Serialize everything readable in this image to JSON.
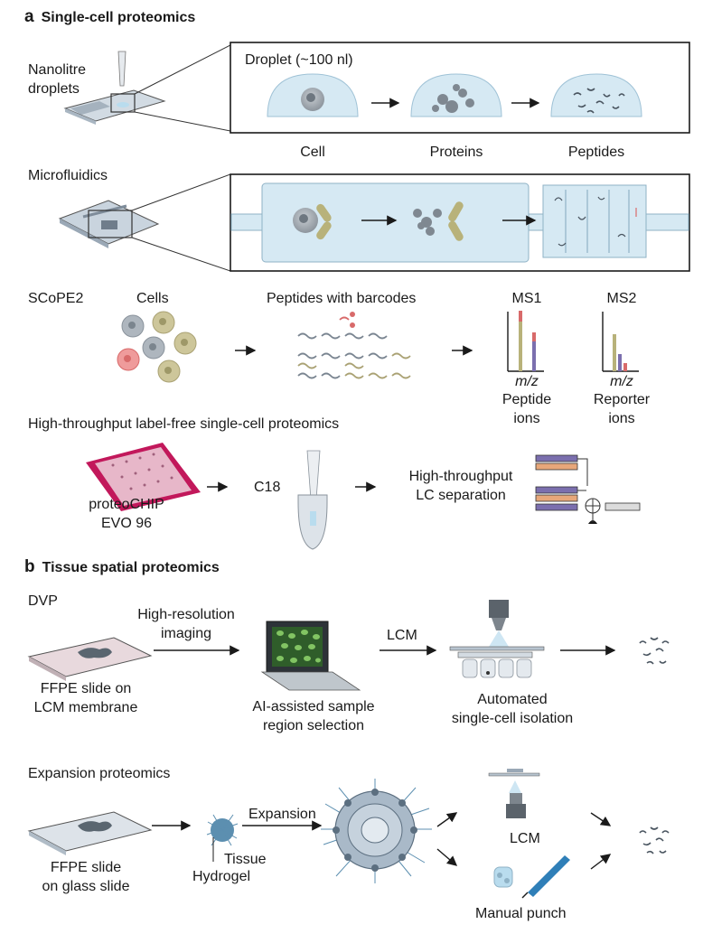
{
  "panel_a": {
    "letter": "a",
    "title": "Single-cell proteomics",
    "nanolitre": {
      "label_line1": "Nanolitre",
      "label_line2": "droplets",
      "box_title": "Droplet (~100 nl)",
      "steps": [
        "Cell",
        "Proteins",
        "Peptides"
      ]
    },
    "microfluidics": {
      "label": "Microfluidics"
    },
    "scope2": {
      "label": "SCoPE2",
      "cells_label": "Cells",
      "peptides_label": "Peptides with barcodes",
      "ms1_label": "MS1",
      "ms2_label": "MS2",
      "mz_label": "m/z",
      "ms1_caption_line1": "Peptide",
      "ms1_caption_line2": "ions",
      "ms2_caption_line1": "Reporter",
      "ms2_caption_line2": "ions"
    },
    "label_free": {
      "title": "High-throughput label-free single-cell proteomics",
      "chip_line1": "proteoCHIP",
      "chip_line2": "EVO 96",
      "c18_label": "C18",
      "lc_line1": "High-throughput",
      "lc_line2": "LC separation"
    }
  },
  "panel_b": {
    "letter": "b",
    "title": "Tissue spatial proteomics",
    "dvp": {
      "label": "DVP",
      "slide_line1": "FFPE slide on",
      "slide_line2": "LCM membrane",
      "imaging_line1": "High-resolution",
      "imaging_line2": "imaging",
      "ai_line1": "AI-assisted sample",
      "ai_line2": "region selection",
      "lcm_label": "LCM",
      "auto_line1": "Automated",
      "auto_line2": "single-cell isolation"
    },
    "expansion": {
      "label": "Expansion proteomics",
      "slide_line1": "FFPE slide",
      "slide_line2": "on glass slide",
      "tissue_label": "Tissue",
      "hydrogel_label": "Hydrogel",
      "expansion_label": "Expansion",
      "lcm_label": "LCM",
      "punch_label": "Manual punch"
    }
  },
  "colors": {
    "droplet": "#d6e9f3",
    "cell": "#9aa3ac",
    "olive": "#b8b27a",
    "red": "#d86a6a",
    "slide": "#d2dbe3",
    "chip": "#c2185b",
    "purple": "#7b6fae",
    "orange": "#e7a77a"
  }
}
